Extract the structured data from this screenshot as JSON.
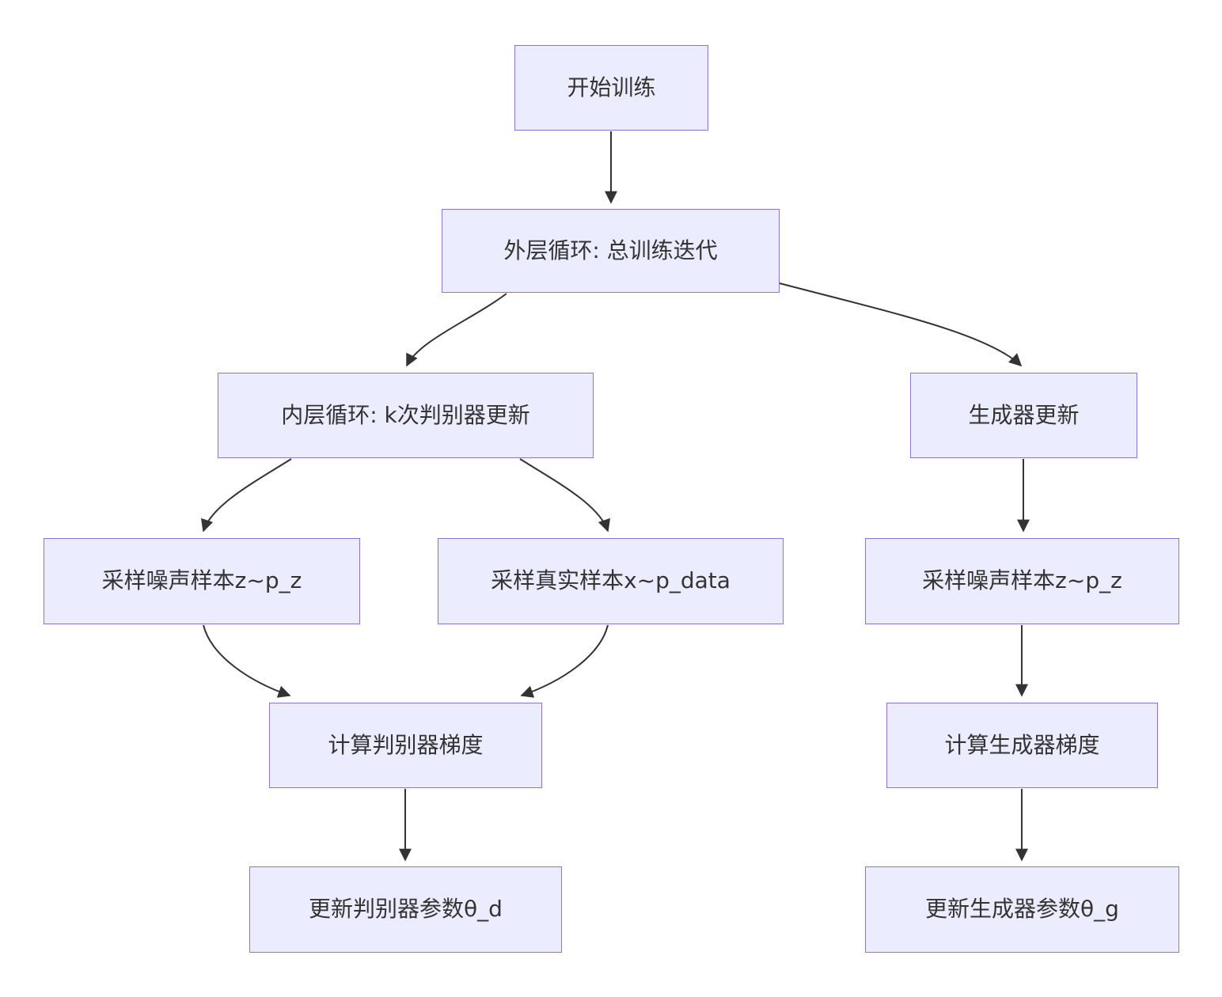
{
  "diagram": {
    "type": "flowchart",
    "direction": "top-down",
    "background": "#ffffff",
    "node_fill": "#ECECFF",
    "node_border": "#9370DB",
    "text_color": "#333333",
    "edge_color": "#333333",
    "nodes": [
      {
        "id": "start",
        "label": "开始训练"
      },
      {
        "id": "outer-loop",
        "label": "外层循环: 总训练迭代"
      },
      {
        "id": "inner-loop",
        "label": "内层循环: k次判别器更新"
      },
      {
        "id": "generator-update",
        "label": "生成器更新"
      },
      {
        "id": "sample-noise-disc",
        "label": "采样噪声样本z~p_z"
      },
      {
        "id": "sample-real",
        "label": "采样真实样本x~p_data"
      },
      {
        "id": "sample-noise-gen",
        "label": "采样噪声样本z~p_z"
      },
      {
        "id": "disc-gradient",
        "label": "计算判别器梯度"
      },
      {
        "id": "gen-gradient",
        "label": "计算生成器梯度"
      },
      {
        "id": "update-disc-params",
        "label": "更新判别器参数θ_d"
      },
      {
        "id": "update-gen-params",
        "label": "更新生成器参数θ_g"
      }
    ],
    "edges": [
      {
        "from": "start",
        "to": "outer-loop"
      },
      {
        "from": "outer-loop",
        "to": "inner-loop"
      },
      {
        "from": "outer-loop",
        "to": "generator-update"
      },
      {
        "from": "inner-loop",
        "to": "sample-noise-disc"
      },
      {
        "from": "inner-loop",
        "to": "sample-real"
      },
      {
        "from": "sample-noise-disc",
        "to": "disc-gradient"
      },
      {
        "from": "sample-real",
        "to": "disc-gradient"
      },
      {
        "from": "disc-gradient",
        "to": "update-disc-params"
      },
      {
        "from": "generator-update",
        "to": "sample-noise-gen"
      },
      {
        "from": "sample-noise-gen",
        "to": "gen-gradient"
      },
      {
        "from": "gen-gradient",
        "to": "update-gen-params"
      }
    ]
  }
}
